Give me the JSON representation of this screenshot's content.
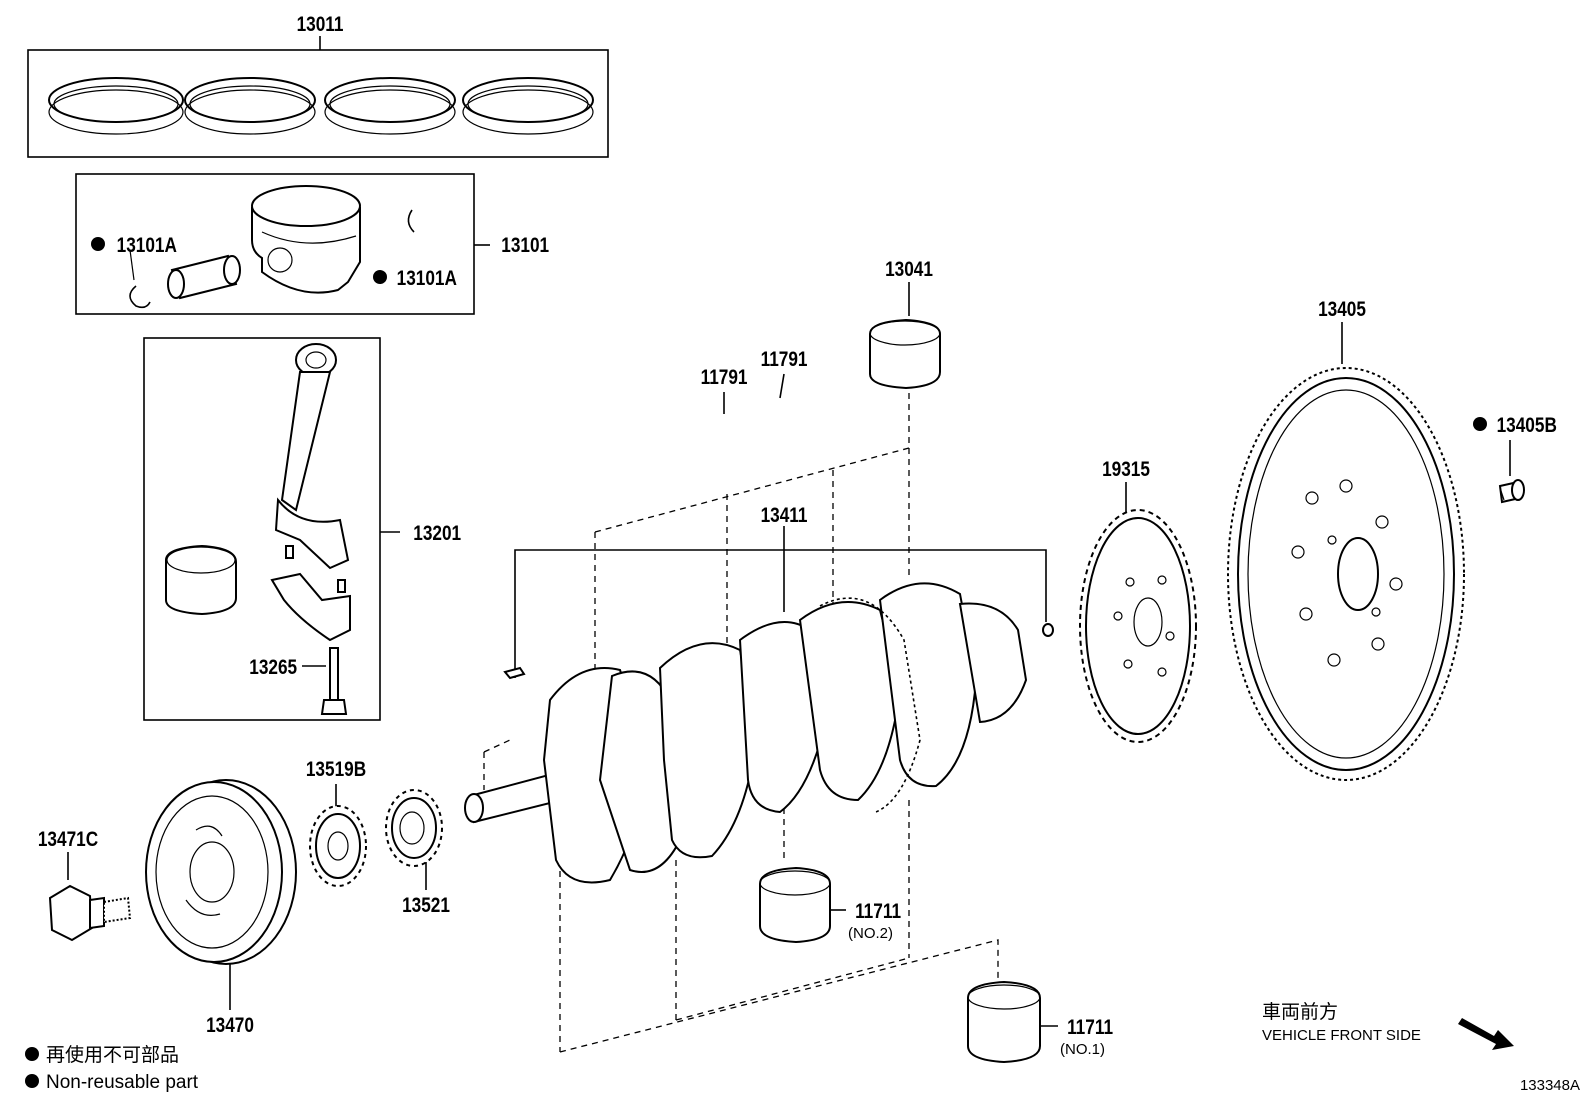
{
  "parts": {
    "piston_ring_set": "13011",
    "piston_sub_assy": "13101",
    "snap_ring_left": "13101A",
    "snap_ring_right": "13101A",
    "connecting_rod": "13201",
    "rod_bolt": "13265",
    "crankshaft_bearing_thrust": "13041",
    "thrust_washer_left": "11791",
    "thrust_washer_right": "11791",
    "crankshaft": "13411",
    "timing_rotor": "19315",
    "flywheel": "13405",
    "flywheel_bolt": "13405B",
    "pulley_bolt": "13471C",
    "crank_pulley": "13470",
    "crank_sprocket": "13519B",
    "sprocket_2": "13521",
    "main_bearing_no2": "11711",
    "main_bearing_no2_note": "(NO.2)",
    "main_bearing_no1": "11711",
    "main_bearing_no1_note": "(NO.1)"
  },
  "orientation": {
    "jp": "車両前方",
    "en": "VEHICLE FRONT SIDE"
  },
  "legend": {
    "jp": "再使用不可部品",
    "en": "Non-reusable part"
  },
  "drawing_id": "133348A"
}
